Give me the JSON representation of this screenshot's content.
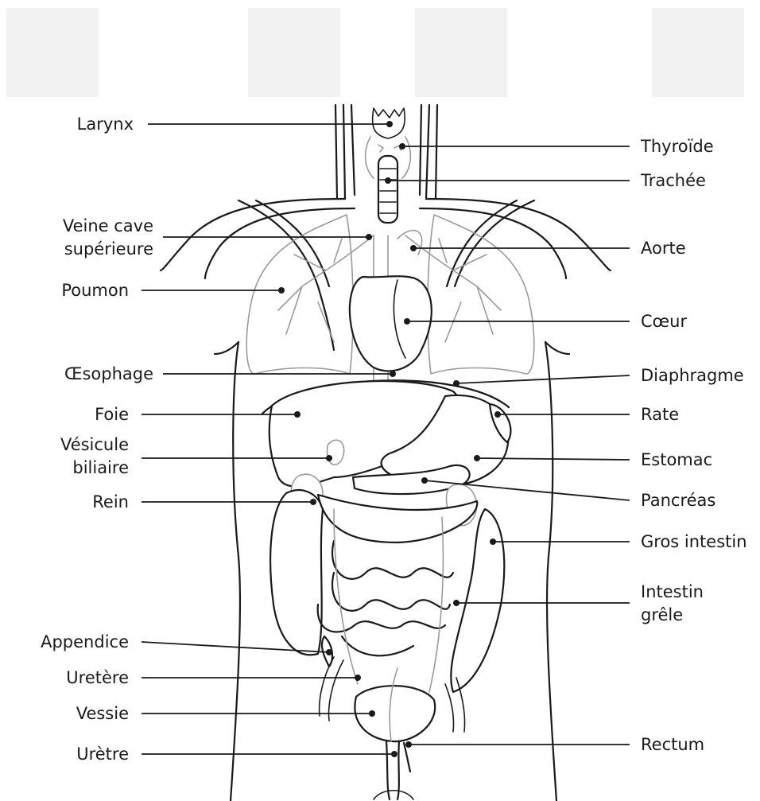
{
  "labels": {
    "larynx": "Larynx",
    "thyroide": "Thyroïde",
    "trachee": "Trachée",
    "veine_cave_1": "Veine cave",
    "veine_cave_2": "supérieure",
    "aorte": "Aorte",
    "poumon": "Poumon",
    "coeur": "Cœur",
    "oesophage": "Œsophage",
    "diaphragme": "Diaphragme",
    "foie": "Foie",
    "rate": "Rate",
    "vesicule_1": "Vésicule",
    "vesicule_2": "biliaire",
    "estomac": "Estomac",
    "rein": "Rein",
    "pancreas": "Pancréas",
    "gros_intestin": "Gros intestin",
    "intestin_grele_1": "Intestin",
    "intestin_grele_2": "grêle",
    "appendice": "Appendice",
    "uretere": "Uretère",
    "vessie": "Vessie",
    "uretre": "Urètre",
    "rectum": "Rectum"
  }
}
